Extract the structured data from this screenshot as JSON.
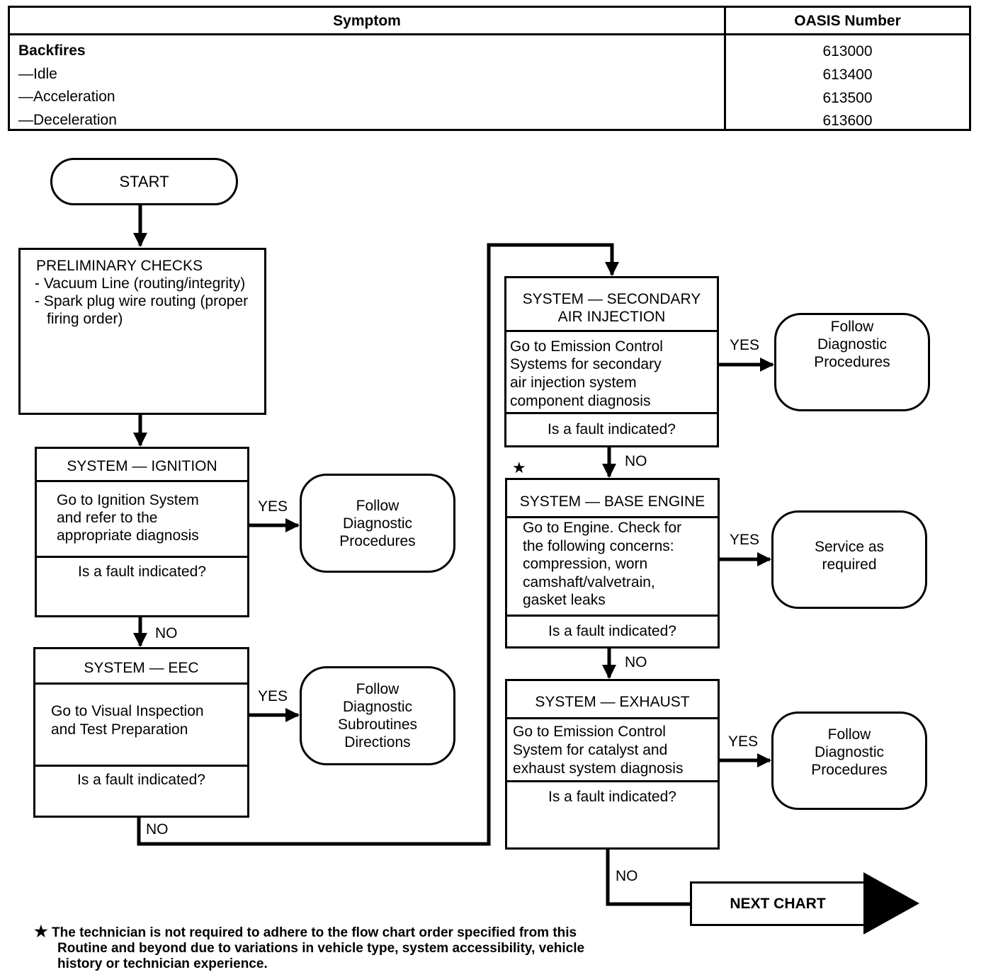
{
  "table": {
    "col_symptom": "Symptom",
    "col_oasis": "OASIS Number",
    "rows": [
      {
        "symptom": "Backfires",
        "number": "613000"
      },
      {
        "symptom": "—Idle",
        "number": "613400"
      },
      {
        "symptom": "—Acceleration",
        "number": "613500"
      },
      {
        "symptom": "—Deceleration",
        "number": "613600"
      }
    ]
  },
  "start": "START",
  "prelim": {
    "title": "PRELIMINARY CHECKS",
    "line1": "- Vacuum Line (routing/integrity)",
    "line2": "- Spark plug wire routing (proper",
    "line3": "firing order)"
  },
  "ignition": {
    "title": "SYSTEM — IGNITION",
    "body": [
      "Go to Ignition System",
      "and refer to the",
      "appropriate diagnosis"
    ],
    "question": "Is a fault indicated?",
    "result": [
      "Follow",
      "Diagnostic",
      "Procedures"
    ]
  },
  "eec": {
    "title": "SYSTEM — EEC",
    "body": [
      "Go to Visual Inspection",
      "and Test Preparation"
    ],
    "question": "Is a fault indicated?",
    "result": [
      "Follow",
      "Diagnostic",
      "Subroutines",
      "Directions"
    ]
  },
  "secondary_air": {
    "title": [
      "SYSTEM — SECONDARY",
      "AIR INJECTION"
    ],
    "body": [
      "Go to Emission Control",
      "Systems for secondary",
      "air injection system",
      "component diagnosis"
    ],
    "question": "Is a fault indicated?",
    "result": [
      "Follow",
      "Diagnostic",
      "Procedures"
    ]
  },
  "base_engine": {
    "star": "★",
    "title": "SYSTEM — BASE ENGINE",
    "body": [
      "Go to Engine. Check for",
      "the following concerns:",
      "compression, worn",
      "camshaft/valvetrain,",
      "gasket leaks"
    ],
    "question": "Is a fault indicated?",
    "result": [
      "Service as",
      "required"
    ]
  },
  "exhaust": {
    "title": "SYSTEM — EXHAUST",
    "body": [
      "Go to Emission Control",
      "System for catalyst and",
      "exhaust system diagnosis"
    ],
    "question": "Is a fault indicated?",
    "result": [
      "Follow",
      "Diagnostic",
      "Procedures"
    ]
  },
  "labels": {
    "yes": "YES",
    "no": "NO"
  },
  "next_chart": "NEXT CHART",
  "footnote": {
    "star": "★",
    "line1": "The technician is not required to adhere to the flow chart order specified from this",
    "line2": "Routine and beyond due to variations in vehicle type, system accessibility, vehicle",
    "line3": "history or technician experience."
  }
}
